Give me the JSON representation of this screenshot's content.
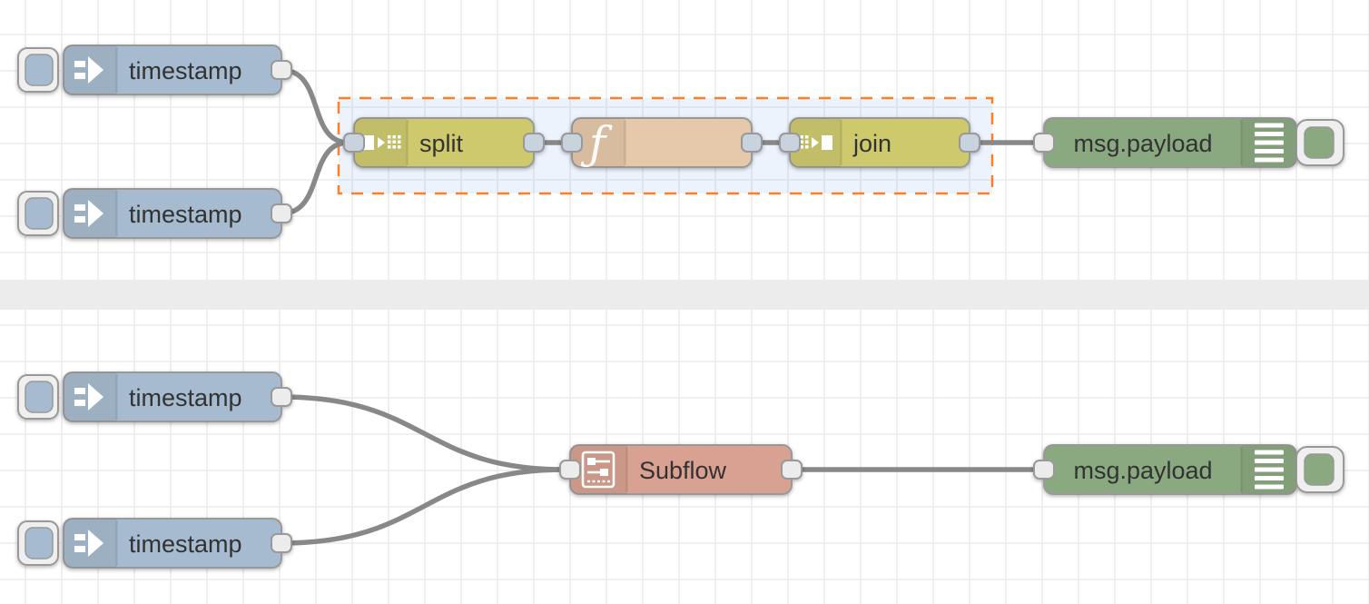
{
  "colors": {
    "inject_node": "#a6bbcf",
    "split_join_node": "#cfc96e",
    "function_node": "#e6c8ab",
    "debug_node": "#8ba981",
    "subflow_node": "#d8a191",
    "wire": "#888888",
    "node_border": "#999999",
    "label_text": "#333333",
    "selection_border": "#ff7f27",
    "selection_fill": "rgba(110,165,230,0.13)",
    "canvas_grid": "#ebebeb",
    "section_divider": "#ececec"
  },
  "icons": {
    "function_icon_glyph": "ƒ"
  },
  "flow_top": {
    "inject1": {
      "label": "timestamp"
    },
    "inject2": {
      "label": "timestamp"
    },
    "split": {
      "label": "split"
    },
    "function": {
      "label": ""
    },
    "join": {
      "label": "join"
    },
    "debug": {
      "label": "msg.payload"
    }
  },
  "flow_bottom": {
    "inject1": {
      "label": "timestamp"
    },
    "inject2": {
      "label": "timestamp"
    },
    "subflow": {
      "label": "Subflow"
    },
    "debug": {
      "label": "msg.payload"
    }
  }
}
